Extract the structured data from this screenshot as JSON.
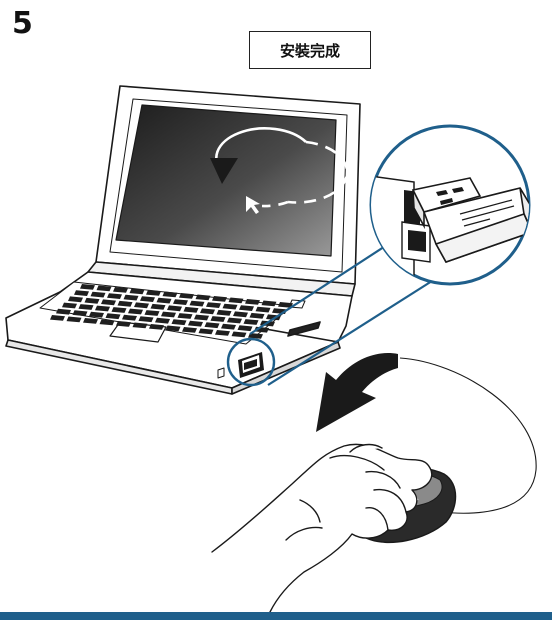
{
  "step": {
    "number": "5"
  },
  "status": {
    "label": "安裝完成"
  },
  "colors": {
    "accent_blue": "#1f5f8b",
    "outline": "#1a1a1a",
    "screen_dark": "#2a2a2a",
    "screen_light": "#8a8a8a"
  },
  "icons": {
    "laptop": "laptop-illustration",
    "usb_receiver": "usb-receiver-icon",
    "mouse": "mouse-illustration",
    "hand": "hand-icon",
    "loading": "loading-arrow-icon",
    "cursor": "cursor-icon",
    "motion": "curved-arrow-icon"
  }
}
